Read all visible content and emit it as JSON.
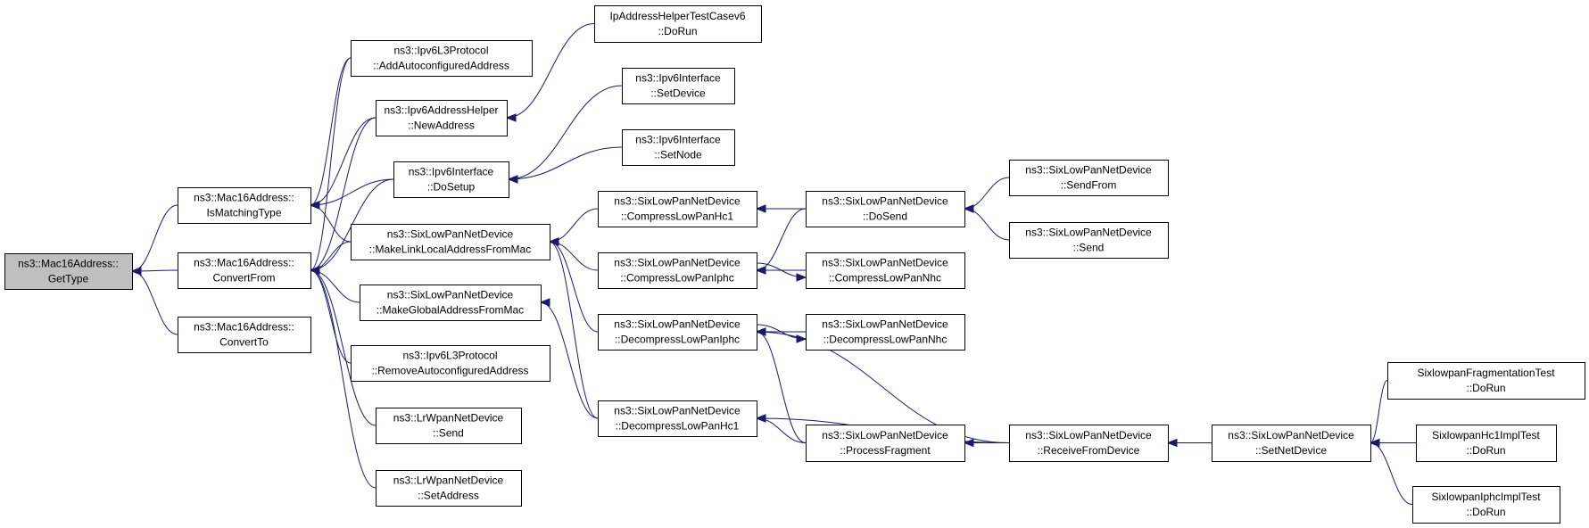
{
  "colors": {
    "edge": "#191970",
    "root_fill": "#bfbfbf",
    "node_fill": "#ffffff",
    "node_border": "#000000"
  },
  "nodes": [
    {
      "id": "root",
      "lines": [
        "ns3::Mac16Address::",
        "GetType"
      ]
    },
    {
      "id": "ismatching",
      "lines": [
        "ns3::Mac16Address::",
        "IsMatchingType"
      ]
    },
    {
      "id": "convertfrom",
      "lines": [
        "ns3::Mac16Address::",
        "ConvertFrom"
      ]
    },
    {
      "id": "convertto",
      "lines": [
        "ns3::Mac16Address::",
        "ConvertTo"
      ]
    },
    {
      "id": "ipv6l3add",
      "lines": [
        "ns3::Ipv6L3Protocol",
        "::AddAutoconfiguredAddress"
      ]
    },
    {
      "id": "ipv6addrhelper",
      "lines": [
        "ns3::Ipv6AddressHelper",
        "::NewAddress"
      ]
    },
    {
      "id": "ipv6ifdosetup",
      "lines": [
        "ns3::Ipv6Interface",
        "::DoSetup"
      ]
    },
    {
      "id": "mklinklocal",
      "lines": [
        "ns3::SixLowPanNetDevice",
        "::MakeLinkLocalAddressFromMac"
      ]
    },
    {
      "id": "mkglobal",
      "lines": [
        "ns3::SixLowPanNetDevice",
        "::MakeGlobalAddressFromMac"
      ]
    },
    {
      "id": "ipv6l3remove",
      "lines": [
        "ns3::Ipv6L3Protocol",
        "::RemoveAutoconfiguredAddress"
      ]
    },
    {
      "id": "lrsend",
      "lines": [
        "ns3::LrWpanNetDevice",
        "::Send"
      ]
    },
    {
      "id": "lrsetaddr",
      "lines": [
        "ns3::LrWpanNetDevice",
        "::SetAddress"
      ]
    },
    {
      "id": "iphelpertest",
      "lines": [
        "IpAddressHelperTestCasev6",
        "::DoRun"
      ]
    },
    {
      "id": "ipv6ifsetdevice",
      "lines": [
        "ns3::Ipv6Interface",
        "::SetDevice"
      ]
    },
    {
      "id": "ipv6ifsetnode",
      "lines": [
        "ns3::Ipv6Interface",
        "::SetNode"
      ]
    },
    {
      "id": "comphc1",
      "lines": [
        "ns3::SixLowPanNetDevice",
        "::CompressLowPanHc1"
      ]
    },
    {
      "id": "compiphc",
      "lines": [
        "ns3::SixLowPanNetDevice",
        "::CompressLowPanIphc"
      ]
    },
    {
      "id": "decompiphc",
      "lines": [
        "ns3::SixLowPanNetDevice",
        "::DecompressLowPanIphc"
      ]
    },
    {
      "id": "decomphc1",
      "lines": [
        "ns3::SixLowPanNetDevice",
        "::DecompressLowPanHc1"
      ]
    },
    {
      "id": "dosend",
      "lines": [
        "ns3::SixLowPanNetDevice",
        "::DoSend"
      ]
    },
    {
      "id": "compnhc",
      "lines": [
        "ns3::SixLowPanNetDevice",
        "::CompressLowPanNhc"
      ]
    },
    {
      "id": "decompnhc",
      "lines": [
        "ns3::SixLowPanNetDevice",
        "::DecompressLowPanNhc"
      ]
    },
    {
      "id": "procfrag",
      "lines": [
        "ns3::SixLowPanNetDevice",
        "::ProcessFragment"
      ]
    },
    {
      "id": "sendfrom",
      "lines": [
        "ns3::SixLowPanNetDevice",
        "::SendFrom"
      ]
    },
    {
      "id": "send",
      "lines": [
        "ns3::SixLowPanNetDevice",
        "::Send"
      ]
    },
    {
      "id": "recvfromdev",
      "lines": [
        "ns3::SixLowPanNetDevice",
        "::ReceiveFromDevice"
      ]
    },
    {
      "id": "setnetdev",
      "lines": [
        "ns3::SixLowPanNetDevice",
        "::SetNetDevice"
      ]
    },
    {
      "id": "fragtest",
      "lines": [
        "SixlowpanFragmentationTest",
        "::DoRun"
      ]
    },
    {
      "id": "hc1test",
      "lines": [
        "SixlowpanHc1ImplTest",
        "::DoRun"
      ]
    },
    {
      "id": "iphctest",
      "lines": [
        "SixlowpanIphcImplTest",
        "::DoRun"
      ]
    }
  ],
  "edges": [
    {
      "from": "ismatching",
      "to": "root"
    },
    {
      "from": "convertfrom",
      "to": "root"
    },
    {
      "from": "convertto",
      "to": "root"
    },
    {
      "from": "ipv6l3add",
      "to": "ismatching"
    },
    {
      "from": "ipv6addrhelper",
      "to": "ismatching"
    },
    {
      "from": "ipv6ifdosetup",
      "to": "ismatching"
    },
    {
      "from": "mklinklocal",
      "to": "ismatching"
    },
    {
      "from": "ipv6l3add",
      "to": "convertfrom"
    },
    {
      "from": "ipv6addrhelper",
      "to": "convertfrom"
    },
    {
      "from": "ipv6ifdosetup",
      "to": "convertfrom"
    },
    {
      "from": "mklinklocal",
      "to": "convertfrom"
    },
    {
      "from": "mkglobal",
      "to": "convertfrom"
    },
    {
      "from": "ipv6l3remove",
      "to": "convertfrom"
    },
    {
      "from": "lrsend",
      "to": "convertfrom"
    },
    {
      "from": "lrsetaddr",
      "to": "convertfrom"
    },
    {
      "from": "iphelpertest",
      "to": "ipv6addrhelper"
    },
    {
      "from": "ipv6ifsetdevice",
      "to": "ipv6ifdosetup"
    },
    {
      "from": "ipv6ifsetnode",
      "to": "ipv6ifdosetup"
    },
    {
      "from": "comphc1",
      "to": "mklinklocal"
    },
    {
      "from": "compiphc",
      "to": "mklinklocal"
    },
    {
      "from": "decompiphc",
      "to": "mklinklocal"
    },
    {
      "from": "decomphc1",
      "to": "mklinklocal"
    },
    {
      "from": "decomphc1",
      "to": "mkglobal"
    },
    {
      "from": "dosend",
      "to": "comphc1"
    },
    {
      "from": "dosend",
      "to": "compiphc"
    },
    {
      "from": "compnhc",
      "to": "compiphc"
    },
    {
      "from": "compiphc",
      "to": "compnhc"
    },
    {
      "from": "decompnhc",
      "to": "decompiphc"
    },
    {
      "from": "decompiphc",
      "to": "decompnhc"
    },
    {
      "from": "procfrag",
      "to": "decompiphc"
    },
    {
      "from": "recvfromdev",
      "to": "decompiphc"
    },
    {
      "from": "procfrag",
      "to": "decomphc1"
    },
    {
      "from": "recvfromdev",
      "to": "decomphc1"
    },
    {
      "from": "sendfrom",
      "to": "dosend"
    },
    {
      "from": "send",
      "to": "dosend"
    },
    {
      "from": "recvfromdev",
      "to": "procfrag"
    },
    {
      "from": "setnetdev",
      "to": "recvfromdev"
    },
    {
      "from": "fragtest",
      "to": "setnetdev"
    },
    {
      "from": "hc1test",
      "to": "setnetdev"
    },
    {
      "from": "iphctest",
      "to": "setnetdev"
    }
  ]
}
